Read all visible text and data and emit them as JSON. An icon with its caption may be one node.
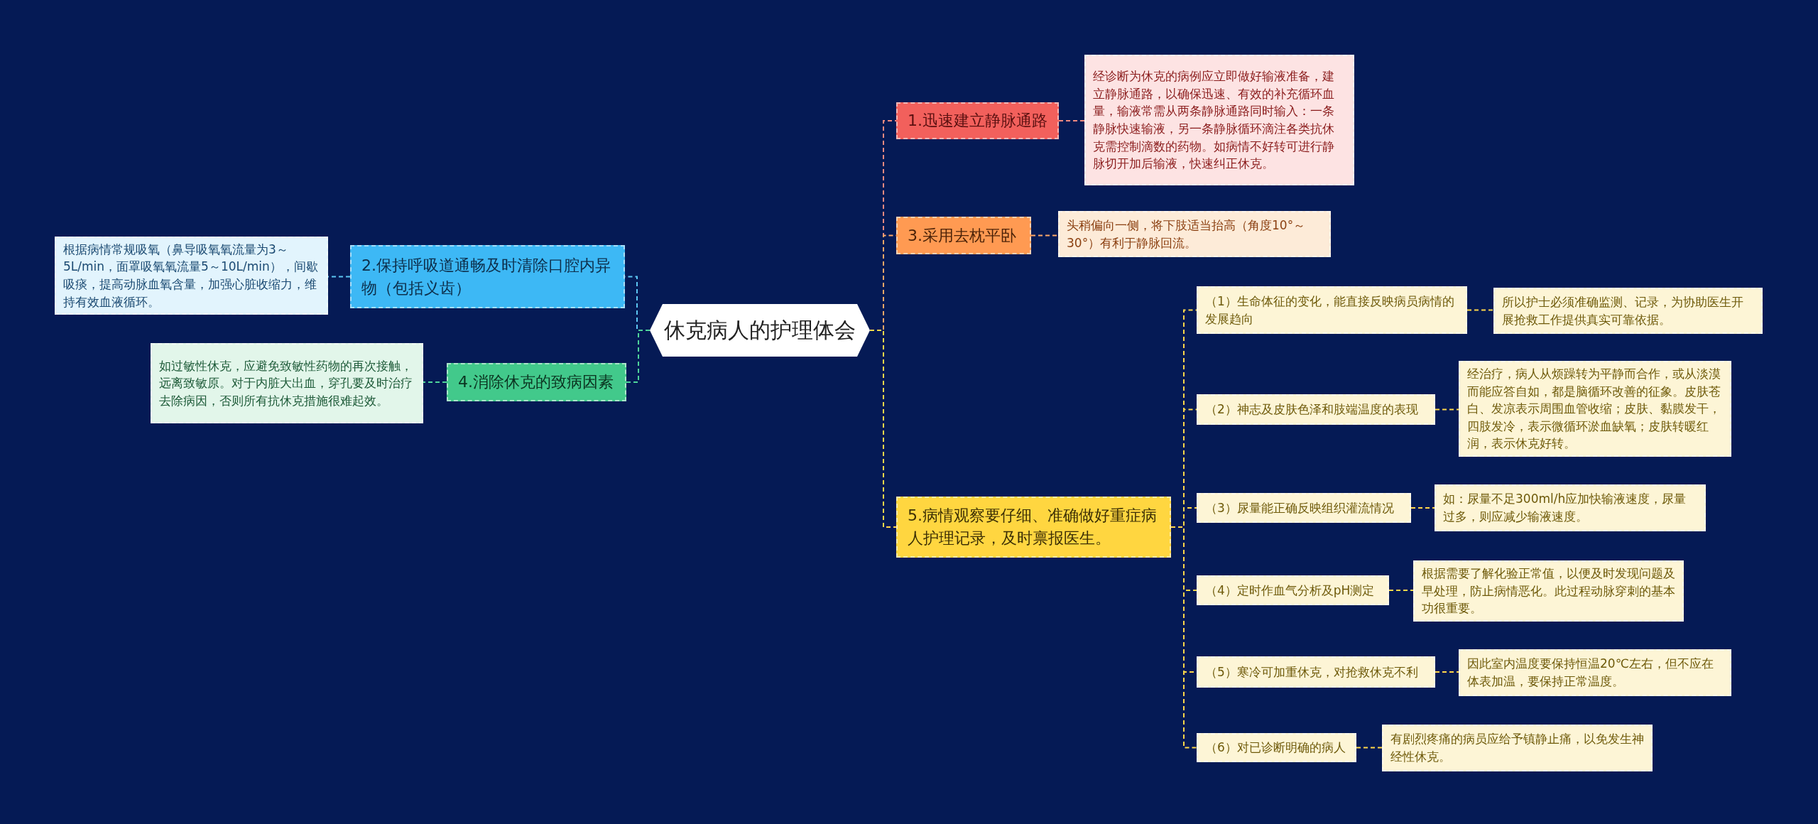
{
  "diagram": {
    "nodes": [
      {
        "text": [
          "休克病人的护理体会"
        ]
      },
      {
        "text": [
          "2.保持呼吸道通畅及时清除口腔内异物（包括义齿）"
        ]
      },
      {
        "text": [
          "根据病情常规吸氧（鼻导吸氧氧流量为3～5L/min，面罩吸氧氧流量5～10L/min），间歇吸痰，提高动脉血氧含量，加强心脏收缩力，维持有效血液循环。"
        ]
      },
      {
        "text": [
          "4.消除休克的致病因素"
        ]
      },
      {
        "text": [
          "如过敏性休克，应避免致敏性药物的再次接触，远离致敏原。对于内脏大出血，穿孔要及时治疗去除病因，否则所有抗休克措施很难起效。"
        ]
      },
      {
        "text": [
          "1.迅速建立静脉通路"
        ]
      },
      {
        "text": [
          "经诊断为休克的病例应立即做好输液准备，建立静脉通路，以确保迅速、有效的补充循环血量，输液常需从两条静脉通路同时输入：一条静脉快速输液，另一条静脉循环滴注各类抗休克需控制滴数的药物。如病情不好转可进行静脉切开加后输液，快速纠正休克。"
        ]
      },
      {
        "text": [
          "3.采用去枕平卧"
        ]
      },
      {
        "text": [
          "头稍偏向一侧，将下肢适当抬高（角度10°～30°）有利于静脉回流。"
        ]
      },
      {
        "text": [
          "5.病情观察要仔细、准确做好重症病人护理记录，及时禀报医生。"
        ]
      },
      {
        "text": [
          "（1）生命体征的变化，能直接反映病员病情的发展趋向"
        ]
      },
      {
        "text": [
          "所以护士必须准确监测、记录，为协助医生开展抢救工作提供真实可靠依据。"
        ]
      },
      {
        "text": [
          "（2）神志及皮肤色泽和肢端温度的表现"
        ]
      },
      {
        "text": [
          "经治疗，病人从烦躁转为平静而合作，或从淡漠而能应答自如，都是脑循环改善的征象。皮肤苍白、发凉表示周围血管收缩；皮肤、黏膜发干，四肢发冷，表示微循环淤血缺氧；皮肤转暖红润，表示休克好转。"
        ]
      },
      {
        "text": [
          "（3）尿量能正确反映组织灌流情况"
        ]
      },
      {
        "text": [
          "如：尿量不足300ml/h应加快输液速度，尿量过多，则应减少输液速度。"
        ]
      },
      {
        "text": [
          "（4）定时作血气分析及pH测定"
        ]
      },
      {
        "text": [
          "根据需要了解化验正常值，以便及时发现问题及早处理，防止病情恶化。此过程动脉穿刺的基本功很重要。"
        ]
      },
      {
        "text": [
          "（5）寒冷可加重休克，对抢救休克不利"
        ]
      },
      {
        "text": [
          "因此室内温度要保持恒温20℃左右，但不应在体表加温，要保持正常温度。"
        ]
      },
      {
        "text": [
          "（6）对已诊断明确的病人"
        ]
      },
      {
        "text": [
          "有剧烈疼痛的病员应给予镇静止痛，以免发生神经性休克。"
        ]
      }
    ],
    "edges": [
      {
        "from": 0,
        "to": 1,
        "arrow": "none",
        "color": "#5cc6f2"
      },
      {
        "from": 1,
        "to": 2,
        "arrow": "none",
        "color": "#5cc6f2"
      },
      {
        "from": 0,
        "to": 3,
        "arrow": "none",
        "color": "#4fd49a"
      },
      {
        "from": 3,
        "to": 4,
        "arrow": "none",
        "color": "#4fd49a"
      },
      {
        "from": 0,
        "to": 5,
        "arrow": "none",
        "color": "#f08a80"
      },
      {
        "from": 5,
        "to": 6,
        "arrow": "none",
        "color": "#f08a80"
      },
      {
        "from": 0,
        "to": 7,
        "arrow": "none",
        "color": "#ffa868"
      },
      {
        "from": 7,
        "to": 8,
        "arrow": "none",
        "color": "#ffa868"
      },
      {
        "from": 0,
        "to": 9,
        "arrow": "none"
      },
      {
        "from": 9,
        "to": 10,
        "arrow": "none"
      },
      {
        "from": 10,
        "to": 11,
        "arrow": "none"
      },
      {
        "from": 9,
        "to": 12,
        "arrow": "none"
      },
      {
        "from": 12,
        "to": 13,
        "arrow": "none"
      },
      {
        "from": 9,
        "to": 14,
        "arrow": "none"
      },
      {
        "from": 14,
        "to": 15,
        "arrow": "none"
      },
      {
        "from": 9,
        "to": 16,
        "arrow": "none"
      },
      {
        "from": 16,
        "to": 17,
        "arrow": "none"
      },
      {
        "from": 9,
        "to": 18,
        "arrow": "none"
      },
      {
        "from": 18,
        "to": 19,
        "arrow": "none"
      },
      {
        "from": 9,
        "to": 20,
        "arrow": "none"
      },
      {
        "from": 20,
        "to": 21,
        "arrow": "none"
      }
    ]
  }
}
